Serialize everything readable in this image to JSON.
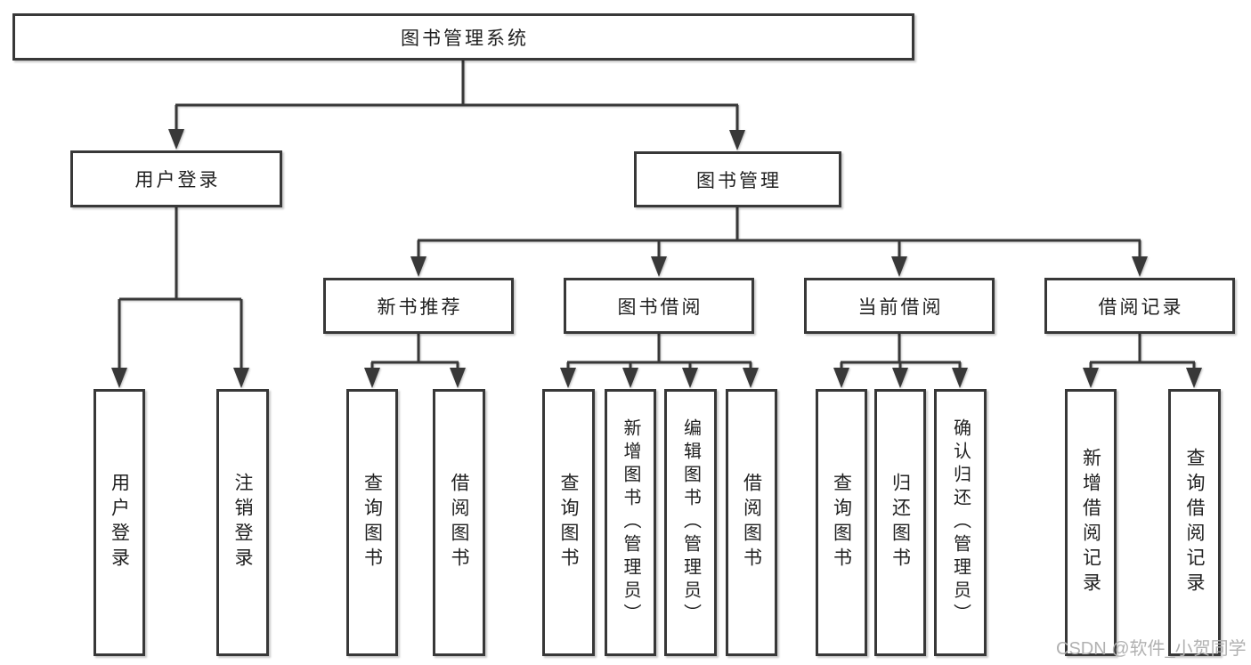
{
  "tree": {
    "root": {
      "label": "图书管理系统"
    },
    "branches": [
      {
        "label": "用户登录",
        "children": [
          {
            "label": "用户登录"
          },
          {
            "label": "注销登录"
          }
        ]
      },
      {
        "label": "图书管理",
        "children": [
          {
            "label": "新书推荐",
            "children": [
              {
                "label": "查询图书"
              },
              {
                "label": "借阅图书"
              }
            ]
          },
          {
            "label": "图书借阅",
            "children": [
              {
                "label": "查询图书"
              },
              {
                "label": "新增图书（管理员）"
              },
              {
                "label": "编辑图书（管理员）"
              },
              {
                "label": "借阅图书"
              }
            ]
          },
          {
            "label": "当前借阅",
            "children": [
              {
                "label": "查询图书"
              },
              {
                "label": "归还图书"
              },
              {
                "label": "确认归还（管理员）"
              }
            ]
          },
          {
            "label": "借阅记录",
            "children": [
              {
                "label": "新增借阅记录"
              },
              {
                "label": "查询借阅记录"
              }
            ]
          }
        ]
      }
    ]
  },
  "watermark": {
    "text": "CSDN @软件_小贺同学"
  },
  "colors": {
    "line": "#383838",
    "box_border": "#383838",
    "text": "#212121",
    "watermark": "#b1b1b1",
    "background": "#ffffff"
  }
}
